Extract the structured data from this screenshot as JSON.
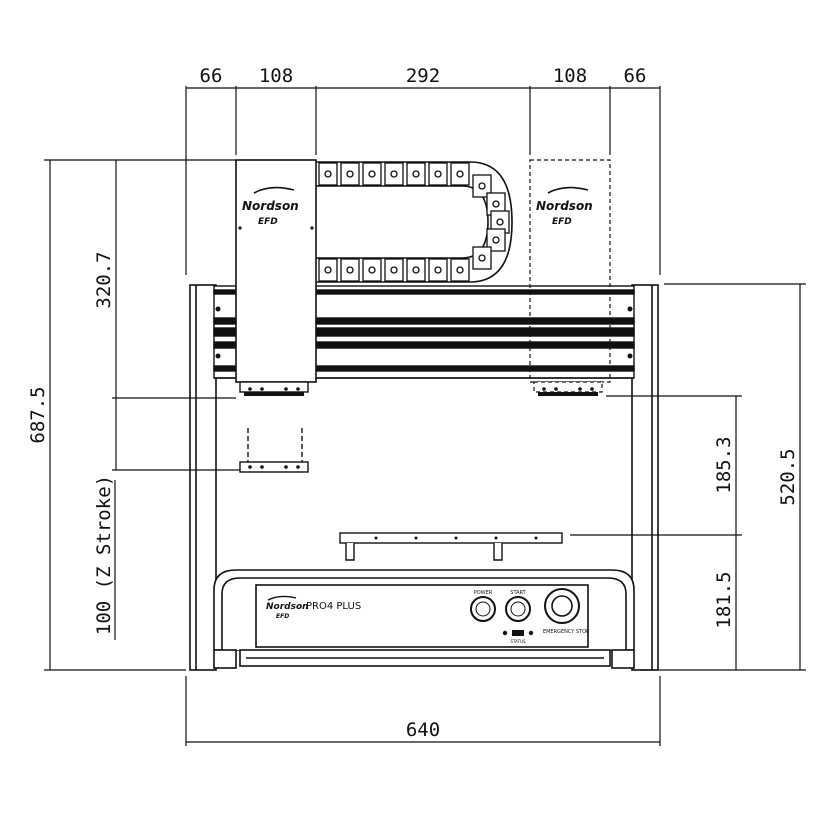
{
  "drawing": {
    "dimensions": {
      "top_segments": [
        "66",
        "108",
        "292",
        "108",
        "66"
      ],
      "overall_width": "640",
      "overall_height": "687.5",
      "gantry_height": "320.7",
      "z_stroke": "100 (Z Stroke)",
      "right_height": "520.5",
      "upper_clearance": "185.3",
      "lower_clearance": "181.5"
    },
    "branding": {
      "head_logo": "Nordson",
      "head_logo_sub": "EFD",
      "ghost_logo": "Nordson",
      "ghost_logo_sub": "EFD",
      "base_logo": "Nordson",
      "base_logo_sub": "EFD",
      "model": "PRO4 PLUS"
    },
    "panel": {
      "button_left_label": "POWER",
      "button_mid_label": "START",
      "estop_label": "EMERGENCY STOP",
      "indicator_label": "STATUS"
    }
  }
}
